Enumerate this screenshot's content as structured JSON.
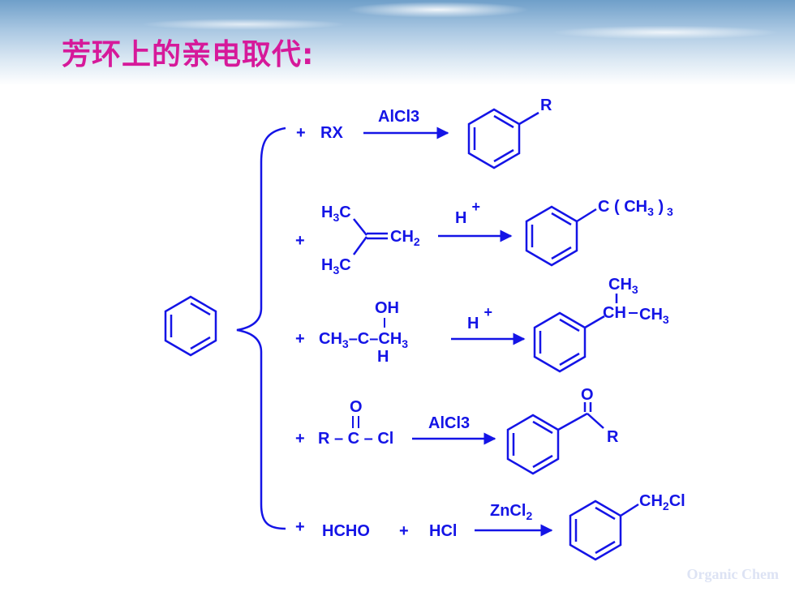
{
  "slide": {
    "title": "芳环上的亲电取代:",
    "watermark": "Organic Chem"
  },
  "colors": {
    "title": "#d6199a",
    "scheme": "#1414e6",
    "background": "#ffffff"
  },
  "reactions": [
    {
      "plus": "+",
      "reagent": "RX",
      "catalyst": "AlCl3",
      "product": {
        "substituent": "R"
      }
    },
    {
      "plus": "+",
      "reagent": {
        "group_top": "H",
        "sub_top": "3",
        "C_top": "C",
        "group_bottom": "H",
        "sub_bottom": "3",
        "C_bottom": "C",
        "ch2": "CH",
        "ch2_sub": "2"
      },
      "catalyst": {
        "text": "H",
        "charge": "+"
      },
      "product": {
        "open": "C ( CH",
        "sub": "3",
        "close": " )",
        "count": " 3"
      }
    },
    {
      "plus": "+",
      "reagent": {
        "oh": "OH",
        "left": "CH",
        "left_sub": "3",
        "mid": "–C–",
        "right": "CH",
        "right_sub": "3",
        "h": "H"
      },
      "catalyst": {
        "text": "H",
        "charge": "+"
      },
      "product": {
        "top": "CH",
        "top_sub": "3",
        "ch": "CH",
        "right": "CH",
        "right_sub": "3"
      }
    },
    {
      "plus": "+",
      "reagent": {
        "o": "O",
        "chain": "R – C – Cl"
      },
      "catalyst": "AlCl3",
      "product": {
        "o": "O",
        "r": "R"
      }
    },
    {
      "plus": "+",
      "reagent": {
        "a": "HCHO",
        "plus2": "+",
        "b": "HCl"
      },
      "catalyst": {
        "text": "ZnCl",
        "sub": "2"
      },
      "product": {
        "text": "CH",
        "sub": "2",
        "tail": "Cl"
      }
    }
  ]
}
